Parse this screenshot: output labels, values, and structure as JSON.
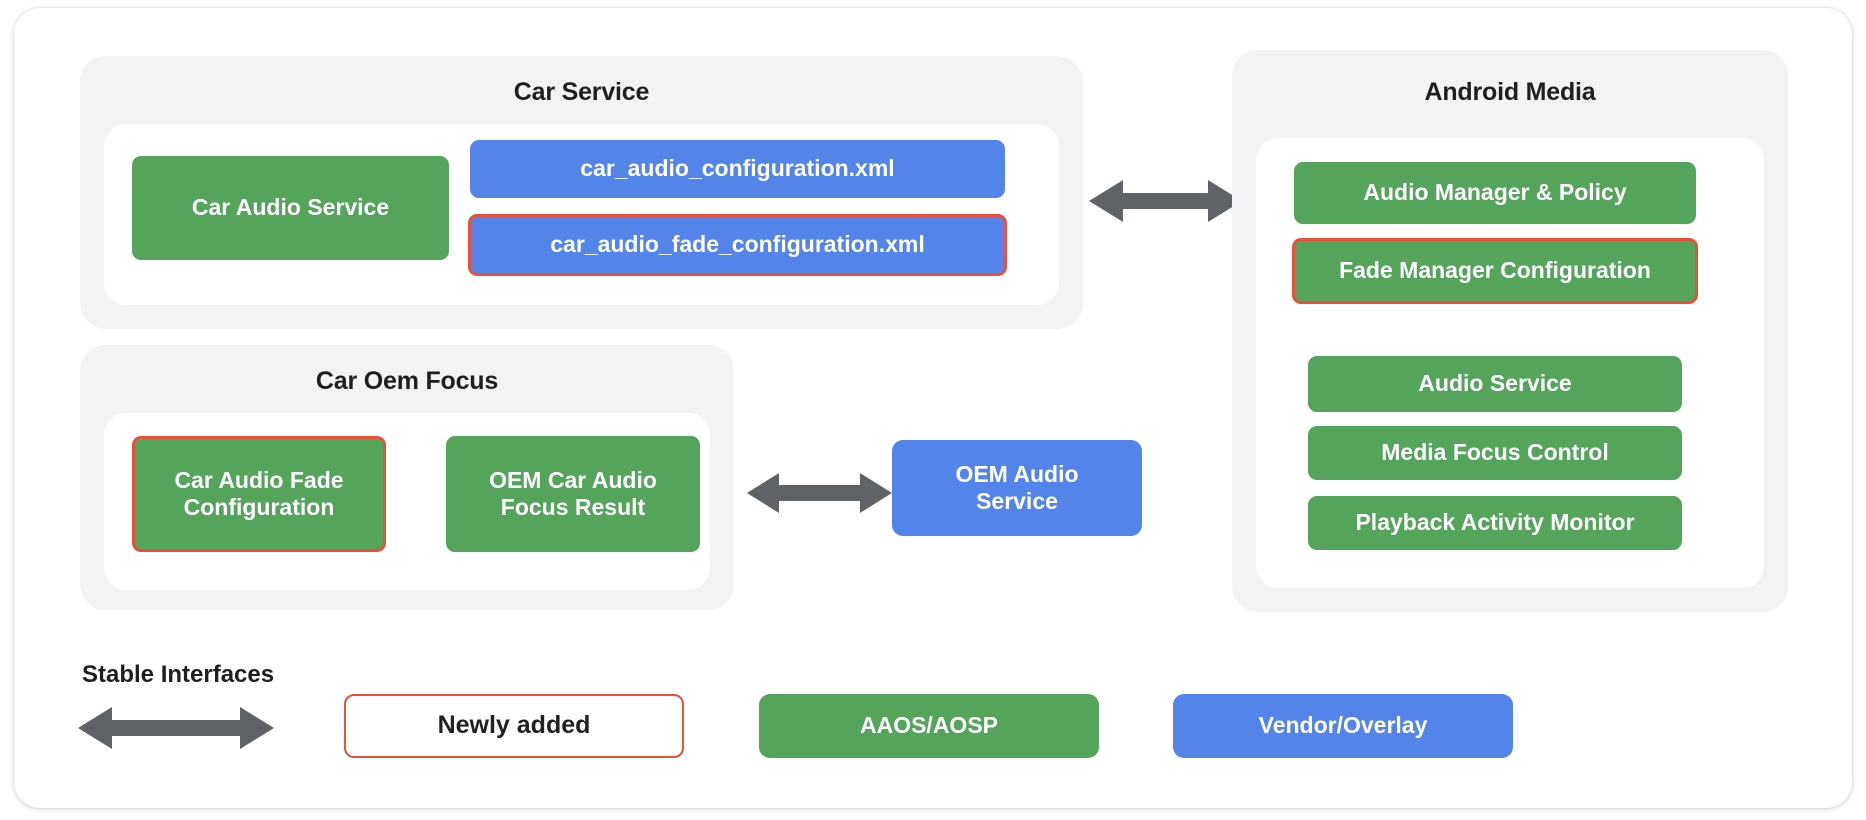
{
  "diagram": {
    "accent_colors": {
      "green": "#54a45c",
      "blue": "#5384ea",
      "red_outline": "#e8503a",
      "arrow_gray": "#5f6368",
      "group_bg": "#f1f3f4",
      "panel_bg": "#ffffff"
    },
    "groups": [
      {
        "id": "car-service",
        "title": "Car Service",
        "nodes": [
          {
            "id": "car-audio-service",
            "label": "Car Audio Service",
            "style": "green",
            "newly_added": false
          },
          {
            "id": "car-audio-configuration-xml",
            "label": "car_audio_configuration.xml",
            "style": "blue",
            "newly_added": false
          },
          {
            "id": "car-audio-fade-configuration-xml",
            "label": "car_audio_fade_configuration.xml",
            "style": "blue",
            "newly_added": true
          }
        ]
      },
      {
        "id": "car-oem-focus",
        "title": "Car Oem Focus",
        "nodes": [
          {
            "id": "car-audio-fade-configuration",
            "label": "Car Audio Fade Configuration",
            "style": "green",
            "newly_added": true
          },
          {
            "id": "oem-car-audio-focus-result",
            "label": "OEM Car Audio Focus Result",
            "style": "green",
            "newly_added": false
          }
        ]
      },
      {
        "id": "android-media",
        "title": "Android Media",
        "nodes": [
          {
            "id": "audio-manager-and-policy",
            "label": "Audio Manager & Policy",
            "style": "green",
            "newly_added": false
          },
          {
            "id": "fade-manager-configuration",
            "label": "Fade Manager Configuration",
            "style": "green",
            "newly_added": true
          },
          {
            "id": "audio-service",
            "label": "Audio Service",
            "style": "green",
            "newly_added": false
          },
          {
            "id": "media-focus-control",
            "label": "Media Focus Control",
            "style": "green",
            "newly_added": false
          },
          {
            "id": "playback-activity-monitor",
            "label": "Playback Activity Monitor",
            "style": "green",
            "newly_added": false
          }
        ]
      }
    ],
    "standalone_nodes": [
      {
        "id": "oem-audio-service",
        "label": "OEM Audio Service",
        "style": "blue",
        "newly_added": false
      }
    ],
    "connectors": [
      {
        "id": "car-service-to-android-media",
        "kind": "double-arrow"
      },
      {
        "id": "car-oem-focus-to-oem-audio-service",
        "kind": "double-arrow"
      }
    ]
  },
  "legend": {
    "stable_interfaces_label": "Stable Interfaces",
    "items": [
      {
        "id": "newly-added",
        "label": "Newly added",
        "style": "white-outline"
      },
      {
        "id": "aaos-aosp",
        "label": "AAOS/AOSP",
        "style": "green"
      },
      {
        "id": "vendor-overlay",
        "label": "Vendor/Overlay",
        "style": "blue"
      }
    ]
  }
}
